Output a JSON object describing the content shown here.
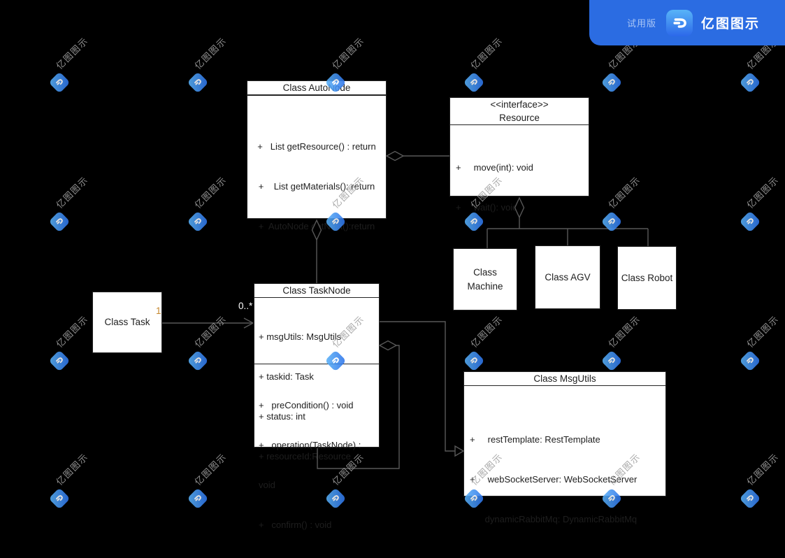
{
  "header": {
    "trial_label": "试用版",
    "brand": "亿图图示"
  },
  "watermark": {
    "text": "亿图图示"
  },
  "diagram": {
    "autonode": {
      "title": "Class AutoNode",
      "methods": [
        "+   List getResource() : return",
        "+    List getMaterials(): return",
        "+  AutoNode getNext():return"
      ]
    },
    "resource": {
      "stereotype": "<<interface>>",
      "title": "Resource",
      "methods": [
        "+     move(int): void",
        "+     wait(): void"
      ]
    },
    "machine": {
      "title": "Class Machine"
    },
    "agv": {
      "title": "Class AGV"
    },
    "robot": {
      "title": "Class Robot"
    },
    "task": {
      "title": "Class Task"
    },
    "tasknode": {
      "title": "Class TaskNode",
      "attributes": [
        "+ msgUtils: MsgUtils",
        "+ taskid: Task",
        "+ status: int",
        "+ resourceId:Resource"
      ],
      "methods": [
        "+   preCondition() : void",
        "+   operation(TaskNode) :",
        "void",
        "+   confirm() : void"
      ]
    },
    "msgutils": {
      "title": "Class MsgUtils",
      "attributes": [
        "+     restTemplate: RestTemplate",
        "+     webSocketServer: WebSocketServer",
        "      dynamicRabbitMq: DynamicRabbitMq"
      ]
    },
    "labels": {
      "task_multiplicity": "1",
      "tasknode_multiplicity": "0..*"
    }
  }
}
